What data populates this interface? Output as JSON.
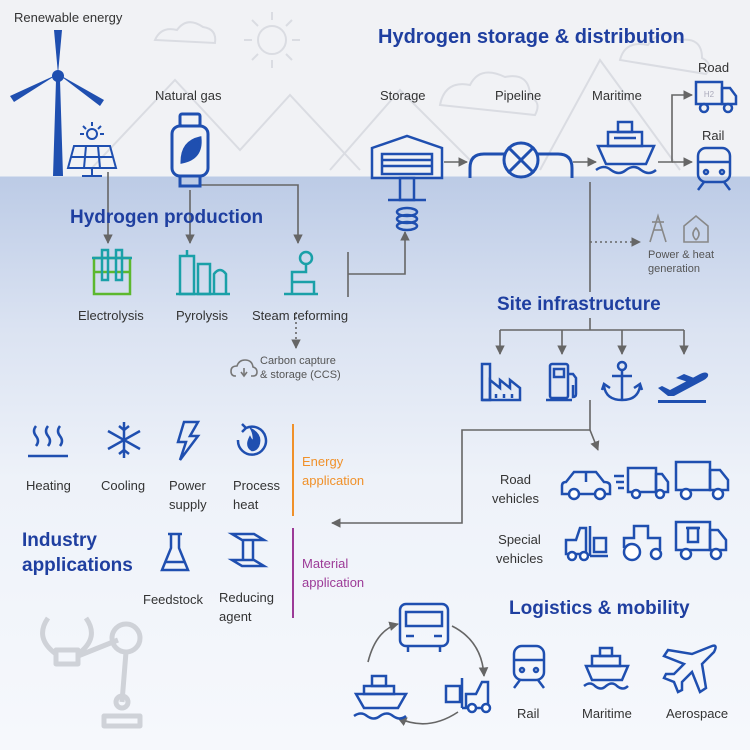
{
  "titles": {
    "storage_distribution": "Hydrogen storage & distribution",
    "production": "Hydrogen production",
    "site_infrastructure": "Site infrastructure",
    "industry": "Industry\napplications",
    "logistics": "Logistics & mobility"
  },
  "sources": {
    "renewable": "Renewable energy",
    "natural_gas": "Natural gas"
  },
  "distribution": {
    "storage": "Storage",
    "pipeline": "Pipeline",
    "maritime": "Maritime",
    "road": "Road",
    "rail": "Rail",
    "power_heat": "Power & heat\ngeneration",
    "truck_badge": "H2"
  },
  "production": {
    "electrolysis": "Electrolysis",
    "pyrolysis": "Pyrolysis",
    "steam_reforming": "Steam reforming",
    "ccs": "Carbon capture\n& storage (CCS)"
  },
  "energy_apps": {
    "heating": "Heating",
    "cooling": "Cooling",
    "power_supply": "Power\nsupply",
    "process_heat": "Process\nheat",
    "label": "Energy\napplication"
  },
  "material_apps": {
    "feedstock": "Feedstock",
    "reducing_agent": "Reducing\nagent",
    "label": "Material\napplication"
  },
  "site": {
    "road_vehicles": "Road\nvehicles",
    "special_vehicles": "Special\nvehicles"
  },
  "logistics": {
    "rail": "Rail",
    "maritime": "Maritime",
    "aerospace": "Aerospace"
  },
  "colors": {
    "heading_blue": "#1f3fa0",
    "icon_blue": "#1f4fb0",
    "teal": "#1aa0a8",
    "green": "#5cb82e",
    "orange": "#f0912a",
    "purple": "#9c3a97"
  }
}
